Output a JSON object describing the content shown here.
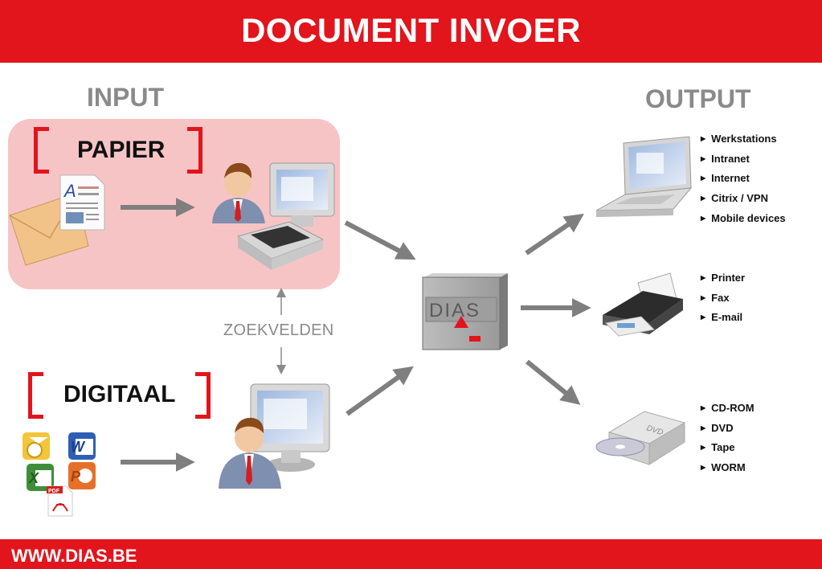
{
  "header": {
    "title": "DOCUMENT INVOER"
  },
  "input": {
    "title": "INPUT",
    "papier_label": "PAPIER",
    "digitaal_label": "DIGITAAL"
  },
  "output": {
    "title": "OUTPUT",
    "groups": [
      {
        "items": [
          "Werkstations",
          "Intranet",
          "Internet",
          "Citrix / VPN",
          "Mobile devices"
        ]
      },
      {
        "items": [
          "Printer",
          "Fax",
          "E-mail"
        ]
      },
      {
        "items": [
          "CD-ROM",
          "DVD",
          "Tape",
          "WORM"
        ]
      }
    ]
  },
  "search_fields_label": "ZOEKVELDEN",
  "server": {
    "logo_text": "DIAS"
  },
  "icons": {
    "envelope": "envelope-icon",
    "document": "document-icon",
    "user_scanner": "user-with-computer-and-scanner-icon",
    "user_computer": "user-with-computer-icon",
    "server": "dias-server-icon",
    "laptop": "laptop-icon",
    "printer": "printer-icon",
    "dvd_drive": "dvd-drive-icon",
    "outlook": "outlook-icon",
    "word": "word-icon",
    "excel": "excel-icon",
    "powerpoint": "powerpoint-icon",
    "pdf": "pdf-icon"
  },
  "colors": {
    "brand_red": "#e2141c",
    "papier_bg": "#f7c4c6",
    "arrow_gray": "#7f7f7f"
  },
  "footer": {
    "url": "WWW.DIAS.BE"
  }
}
